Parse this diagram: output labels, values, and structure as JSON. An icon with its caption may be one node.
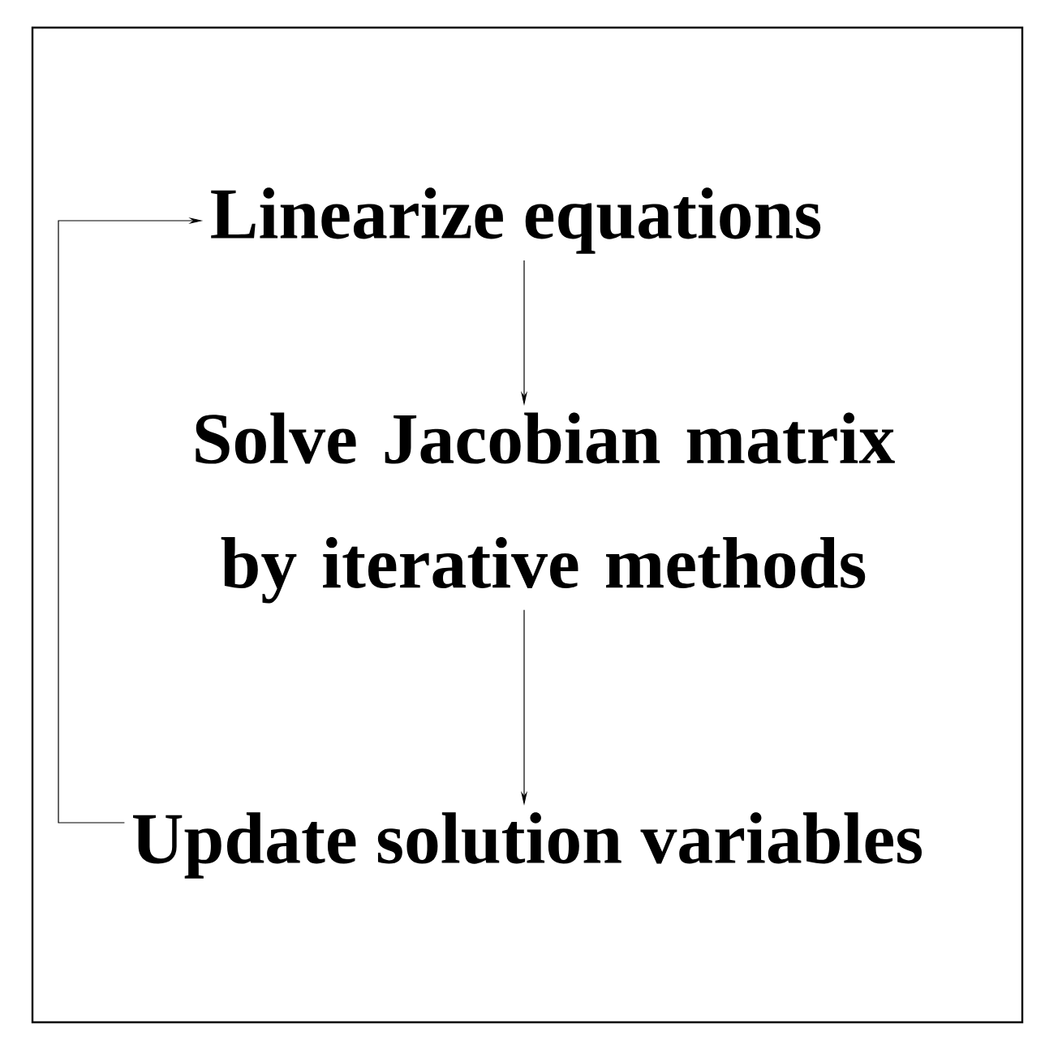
{
  "diagram": {
    "nodes": [
      {
        "text": [
          "Linearize equations"
        ]
      },
      {
        "text": [
          "Solve Jacobian matrix by iterative methods"
        ]
      },
      {
        "text": [
          "Update solution variables"
        ]
      }
    ],
    "edges": [
      {
        "from": 0,
        "to": 1,
        "arrow": "to"
      },
      {
        "from": 1,
        "to": 2,
        "arrow": "to"
      },
      {
        "from": 2,
        "to": 0,
        "arrow": "to"
      }
    ]
  }
}
